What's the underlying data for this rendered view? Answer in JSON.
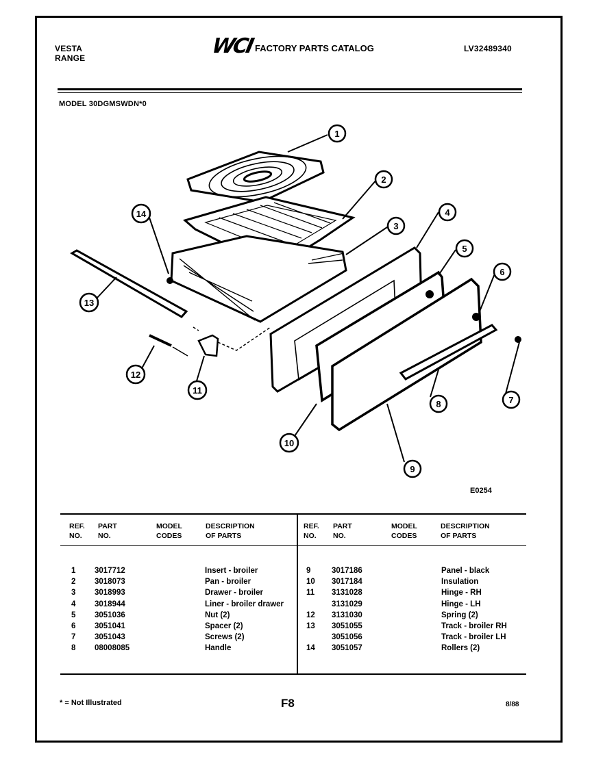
{
  "header": {
    "brand_line1": "VESTA",
    "brand_line2": "RANGE",
    "logo": "WCI",
    "catalog_title": "FACTORY PARTS CATALOG",
    "catalog_number": "LV32489340",
    "model": "MODEL 30DGMSWDN*0"
  },
  "diagram": {
    "code": "E0254",
    "callouts": [
      "1",
      "2",
      "3",
      "4",
      "5",
      "6",
      "7",
      "8",
      "9",
      "10",
      "11",
      "12",
      "13",
      "14"
    ]
  },
  "table": {
    "headers": {
      "ref_1": "REF.",
      "ref_2": "NO.",
      "part_1": "PART",
      "part_2": "NO.",
      "model_1": "MODEL",
      "model_2": "CODES",
      "desc_1": "DESCRIPTION",
      "desc_2": "OF PARTS"
    },
    "left_rows": [
      {
        "ref": "1",
        "part": "3017712",
        "desc": "Insert - broiler"
      },
      {
        "ref": "2",
        "part": "3018073",
        "desc": "Pan - broiler"
      },
      {
        "ref": "3",
        "part": "3018993",
        "desc": "Drawer - broiler"
      },
      {
        "ref": "4",
        "part": "3018944",
        "desc": "Liner - broiler drawer"
      },
      {
        "ref": "5",
        "part": "3051036",
        "desc": "Nut (2)"
      },
      {
        "ref": "6",
        "part": "3051041",
        "desc": "Spacer (2)"
      },
      {
        "ref": "7",
        "part": "3051043",
        "desc": "Screws (2)"
      },
      {
        "ref": "8",
        "part": "08008085",
        "desc": "Handle"
      }
    ],
    "right_rows": [
      {
        "ref": "9",
        "part": "3017186",
        "desc": "Panel - black"
      },
      {
        "ref": "10",
        "part": "3017184",
        "desc": "Insulation"
      },
      {
        "ref": "11",
        "part": "3131028",
        "desc": "Hinge - RH"
      },
      {
        "ref": "",
        "part": "3131029",
        "desc": "Hinge - LH"
      },
      {
        "ref": "12",
        "part": "3131030",
        "desc": "Spring (2)"
      },
      {
        "ref": "13",
        "part": "3051055",
        "desc": "Track - broiler RH"
      },
      {
        "ref": "",
        "part": "3051056",
        "desc": "Track - broiler LH"
      },
      {
        "ref": "14",
        "part": "3051057",
        "desc": "Rollers (2)"
      }
    ]
  },
  "footer": {
    "note": "* = Not Illustrated",
    "page": "F8",
    "date": "8/88"
  }
}
